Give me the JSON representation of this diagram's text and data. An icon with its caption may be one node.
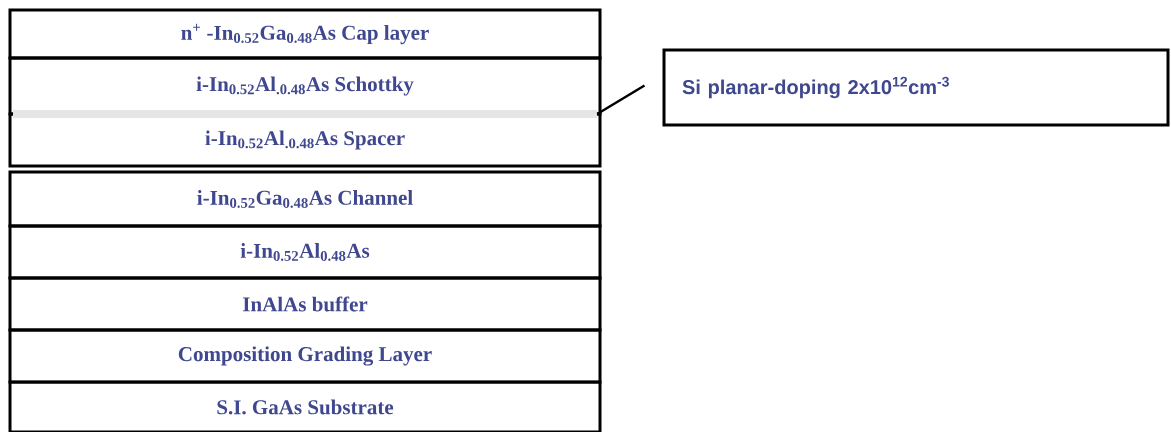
{
  "diagram": {
    "nodes": [
      {
        "text": [
          "n$^{+}$ -In$_{0.52}$Ga$_{0.48}$As Cap layer"
        ]
      },
      {
        "text": [
          "i-In$_{0.52}$Al$_{.0.48}$As Schottky"
        ]
      },
      {
        "text": [
          "i-In$_{0.52}$Al$_{.0.48}$As Spacer"
        ]
      },
      {
        "text": [
          "i-In$_{0.52}$Ga$_{0.48}$As Channel"
        ]
      },
      {
        "text": [
          "i-In$_{0.52}$Al$_{0.48}$As"
        ]
      },
      {
        "text": [
          "InAlAs buffer"
        ]
      },
      {
        "text": [
          "Composition Grading Layer"
        ]
      },
      {
        "text": [
          "S.I. GaAs Substrate"
        ]
      },
      {
        "text": [],
        "shape": "bar"
      },
      {
        "text": [
          "Si planar-doping 2x10$^{12}$cm$^{-3}$"
        ]
      }
    ],
    "edges": [
      {
        "from": 9,
        "to": 8,
        "arrow": "none"
      }
    ]
  }
}
